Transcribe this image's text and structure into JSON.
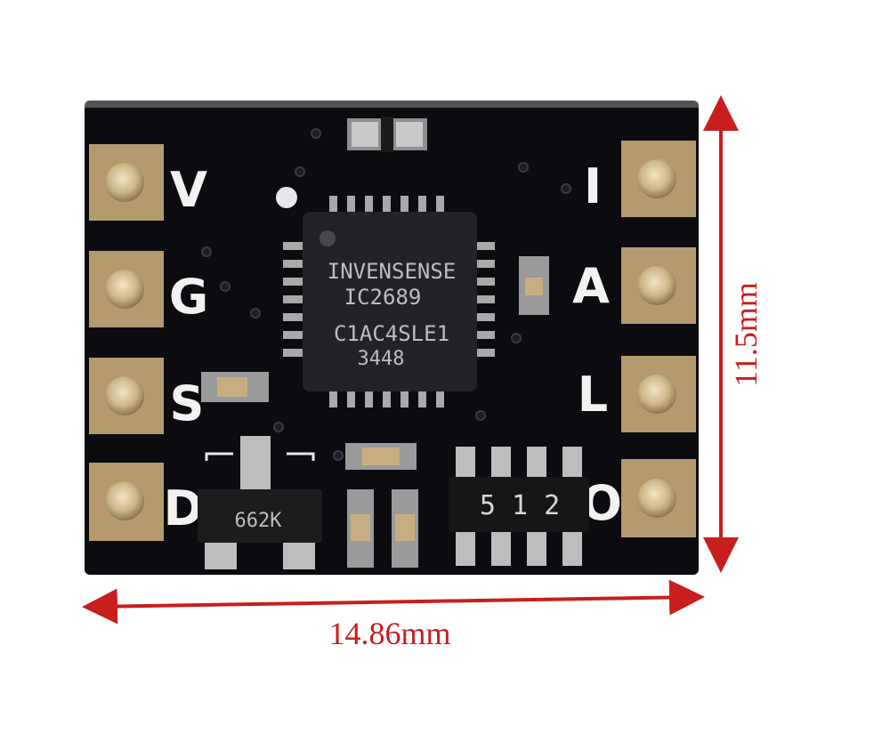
{
  "board": {
    "pin_labels_left": [
      "V",
      "G",
      "S",
      "D"
    ],
    "pin_labels_right": [
      "I",
      "A",
      "L",
      "O"
    ]
  },
  "chip": {
    "line1": "INVENSENSE",
    "line2": "IC2689",
    "line3": "C1AC4SLE1",
    "line4": "3448"
  },
  "transistor_marking": "662K",
  "resistor_array_marking": "5 1 2",
  "dimensions": {
    "width": "14.86mm",
    "height": "11.5mm"
  },
  "colors": {
    "pcb": "#0c0c10",
    "pad": "#b49a6e",
    "arrow": "#c81e1e",
    "silkscreen": "#f2f2f2"
  }
}
